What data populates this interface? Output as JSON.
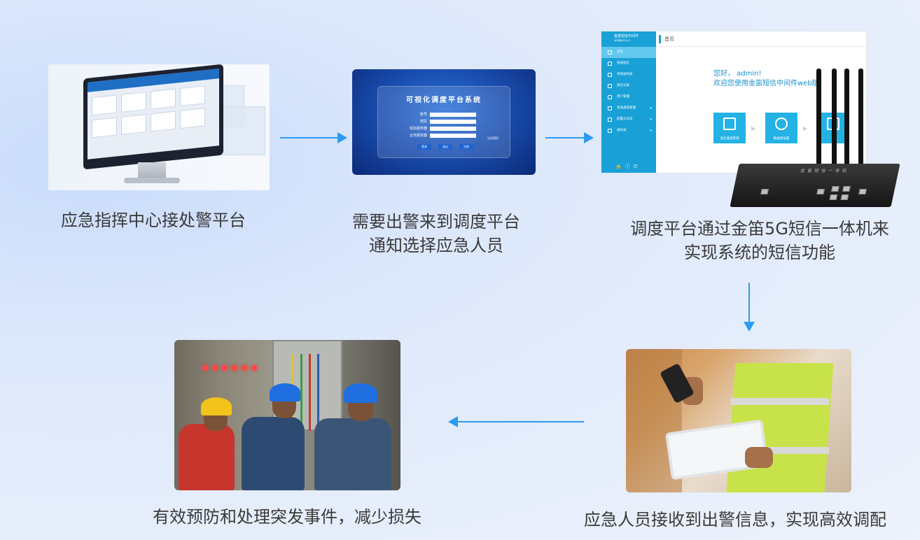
{
  "steps": [
    {
      "caption_lines": [
        "应急指挥中心接处警平台"
      ]
    },
    {
      "caption_lines": [
        "需要出警来到调度平台",
        "通知选择应急人员"
      ]
    },
    {
      "caption_lines": [
        "调度平台通过金笛5G短信一体机来",
        "实现系统的短信功能"
      ]
    },
    {
      "caption_lines": [
        "应急人员接收到出警信息，实现高效调配"
      ]
    },
    {
      "caption_lines": [
        "有效预防和处理突发事件，减少损失"
      ]
    }
  ],
  "login_screen": {
    "title": "可视化调度平台系统",
    "fields": [
      "账号",
      "密码",
      "短信服务器",
      "业务服务器"
    ],
    "remember": "记住密码",
    "buttons": [
      "登录",
      "退出",
      "注册"
    ]
  },
  "web_admin": {
    "brand_line1": "金笛短信中间件",
    "brand_line2": "WEB版V3.6.9",
    "breadcrumb": "首页",
    "menu": [
      {
        "label": "首页",
        "expandable": false
      },
      {
        "label": "发送短信",
        "expandable": false
      },
      {
        "label": "待发送列表",
        "expandable": false
      },
      {
        "label": "短信记录",
        "expandable": false
      },
      {
        "label": "用户管理",
        "expandable": false
      },
      {
        "label": "发送通道管理",
        "expandable": true
      },
      {
        "label": "配置与日志",
        "expandable": true
      },
      {
        "label": "通讯录",
        "expandable": true
      }
    ],
    "greeting": "您好， admin!",
    "welcome": "欢迎您使用金笛短信中间件web版。",
    "cards": [
      "发信通道管理",
      "数据源设置"
    ]
  },
  "router_label": "金 笛 短 信 一 体 机",
  "colors": {
    "arrow": "#2a9bf0",
    "caption_text": "#3a3a3a",
    "admin_sidebar": "#19a0d6",
    "admin_card": "#24b2e4"
  }
}
